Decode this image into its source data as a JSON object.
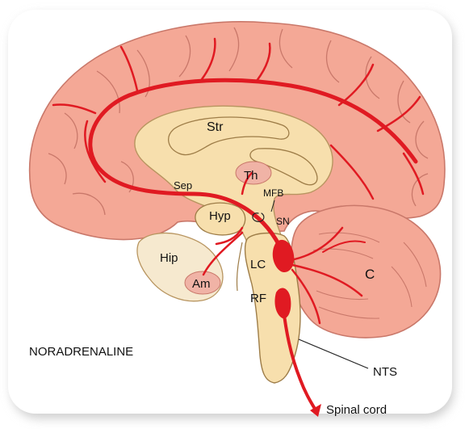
{
  "title": "NORADRENALINE",
  "labels": {
    "str": "Str",
    "th": "Th",
    "sep": "Sep",
    "mfb": "MFB",
    "hyp": "Hyp",
    "sn": "SN",
    "hip": "Hip",
    "lc": "LC",
    "am": "Am",
    "rf": "RF",
    "c": "C",
    "nts": "NTS",
    "spinal_cord": "Spinal cord"
  },
  "colors": {
    "cortex": "#f4a896",
    "cortex_stroke": "#c9786a",
    "deep": "#f7dfad",
    "hippocampal": "#f6e9cf",
    "nucleus": "#f0b3a6",
    "pathway": "#e01a22",
    "frame_shadow": "#d9d9d9"
  }
}
